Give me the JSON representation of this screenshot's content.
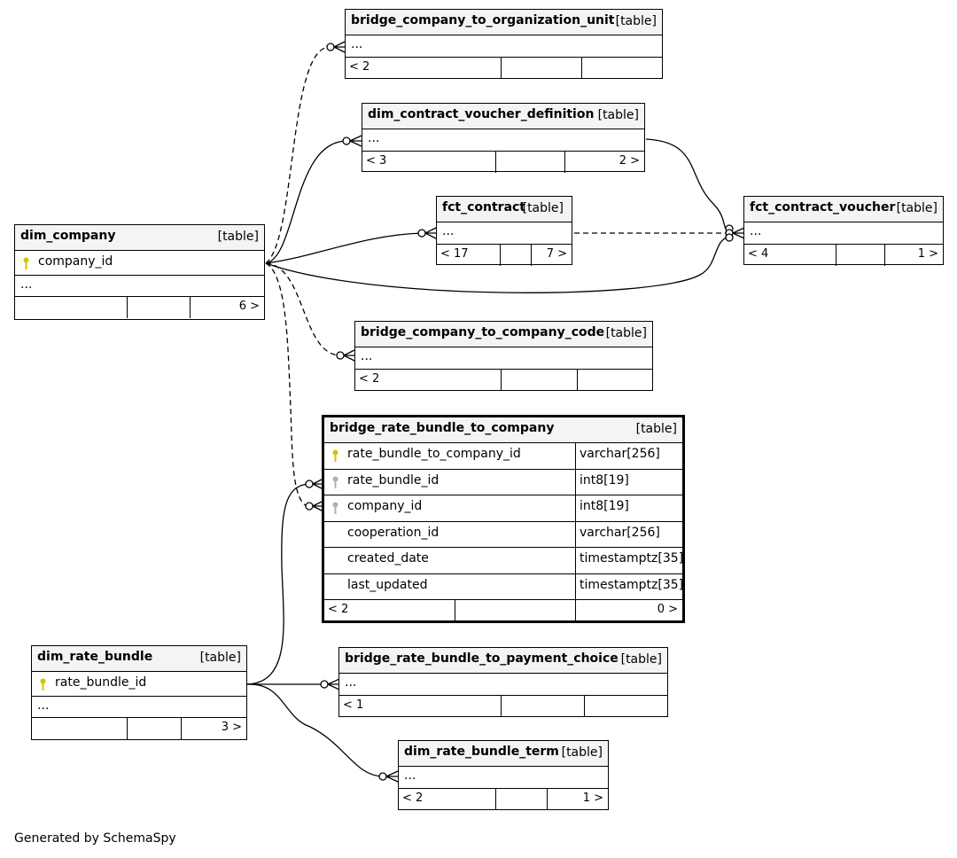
{
  "tables": {
    "bridge_company_to_organization_unit": {
      "name": "bridge_company_to_organization_unit",
      "type": "[table]",
      "placeholder": "...",
      "left": "< 2",
      "right": ""
    },
    "dim_contract_voucher_definition": {
      "name": "dim_contract_voucher_definition",
      "type": "[table]",
      "placeholder": "...",
      "left": "< 3",
      "right": "2 >"
    },
    "fct_contract": {
      "name": "fct_contract",
      "type": "[table]",
      "placeholder": "...",
      "left": "< 17",
      "right": "7 >"
    },
    "fct_contract_voucher": {
      "name": "fct_contract_voucher",
      "type": "[table]",
      "placeholder": "...",
      "left": "< 4",
      "right": "1 >"
    },
    "dim_company": {
      "name": "dim_company",
      "type": "[table]",
      "key_column": "company_id",
      "placeholder": "...",
      "left": "",
      "right": "6 >"
    },
    "bridge_company_to_company_code": {
      "name": "bridge_company_to_company_code",
      "type": "[table]",
      "placeholder": "...",
      "left": "< 2",
      "right": ""
    },
    "bridge_rate_bundle_to_company": {
      "name": "bridge_rate_bundle_to_company",
      "type": "[table]",
      "columns": [
        {
          "name": "rate_bundle_to_company_id",
          "type": "varchar[256]",
          "key": "primary"
        },
        {
          "name": "rate_bundle_id",
          "type": "int8[19]",
          "key": "foreign"
        },
        {
          "name": "company_id",
          "type": "int8[19]",
          "key": "foreign"
        },
        {
          "name": "cooperation_id",
          "type": "varchar[256]",
          "key": ""
        },
        {
          "name": "created_date",
          "type": "timestamptz[35]",
          "key": ""
        },
        {
          "name": "last_updated",
          "type": "timestamptz[35]",
          "key": ""
        }
      ],
      "left": "< 2",
      "right": "0 >"
    },
    "dim_rate_bundle": {
      "name": "dim_rate_bundle",
      "type": "[table]",
      "key_column": "rate_bundle_id",
      "placeholder": "...",
      "left": "",
      "right": "3 >"
    },
    "bridge_rate_bundle_to_payment_choice": {
      "name": "bridge_rate_bundle_to_payment_choice",
      "type": "[table]",
      "placeholder": "...",
      "left": "< 1",
      "right": ""
    },
    "dim_rate_bundle_term": {
      "name": "dim_rate_bundle_term",
      "type": "[table]",
      "placeholder": "...",
      "left": "< 2",
      "right": "1 >"
    }
  },
  "footer": {
    "generated_by": "Generated by SchemaSpy"
  },
  "colors": {
    "primary_key": "#d4c300",
    "foreign_key": "#b0b0b0",
    "header_bg": "#f4f4f4",
    "line": "#000000"
  },
  "icons": {
    "primary_key": "key-icon",
    "foreign_key": "foreign-key-icon"
  }
}
